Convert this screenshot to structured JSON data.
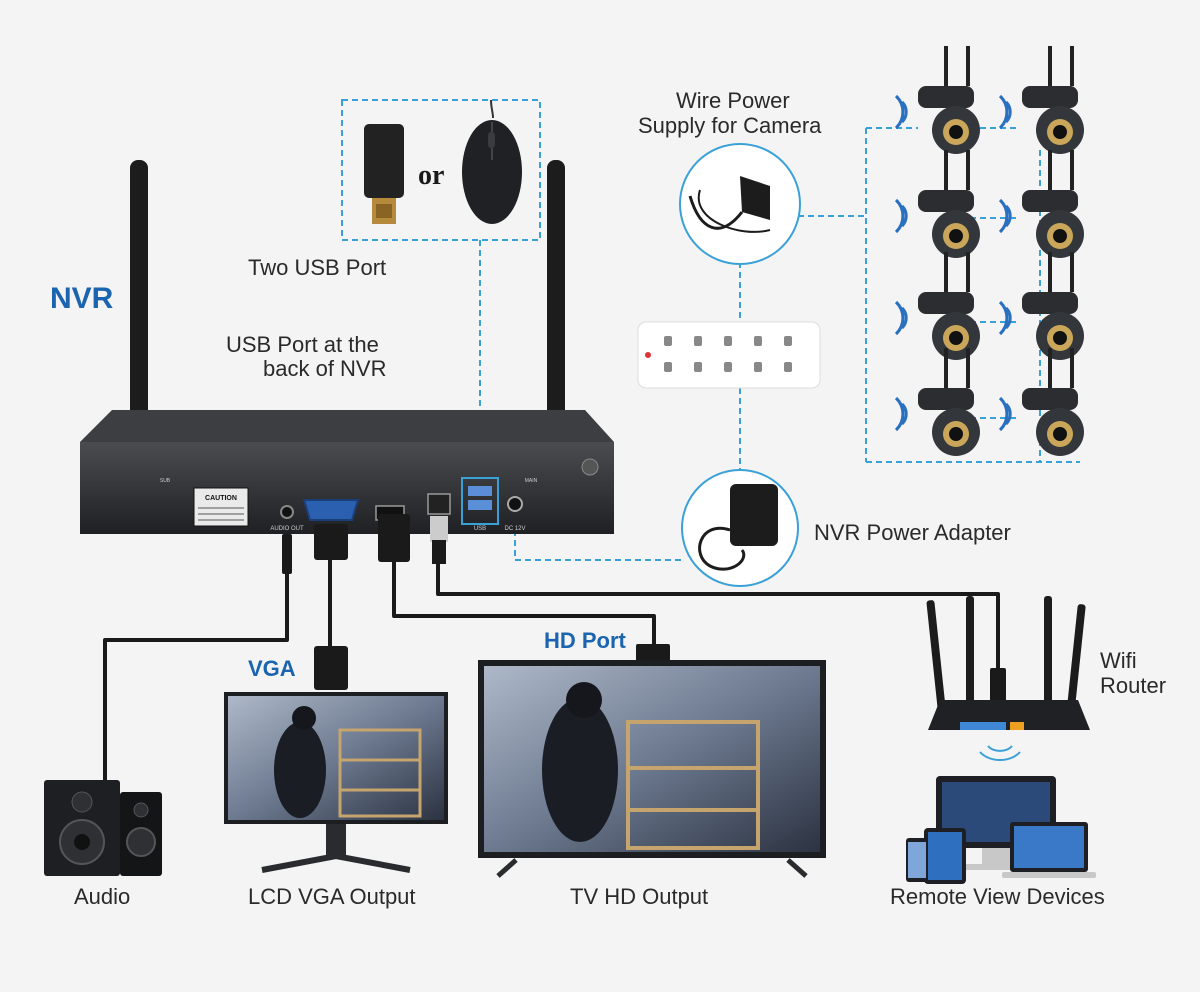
{
  "labels": {
    "nvr": "NVR",
    "two_usb_port": "Two USB Port",
    "usb_back_line1": "USB Port at the",
    "usb_back_line2": "back of NVR",
    "or": "or",
    "wire_power_line1": "Wire Power",
    "wire_power_line2": "Supply for Camera",
    "nvr_power_adapter": "NVR Power Adapter",
    "vga": "VGA",
    "hd_port": "HD Port",
    "wifi_line1": "Wifi",
    "wifi_line2": "Router",
    "audio": "Audio",
    "lcd_vga_output": "LCD VGA Output",
    "tv_hd_output": "TV HD Output",
    "remote_view_devices": "Remote View Devices"
  },
  "nvr_panel": {
    "caution": "CAUTION",
    "audio_out": "AUDIO OUT",
    "usb": "USB",
    "dc12v": "DC 12V",
    "main": "MAIN",
    "sub": "SUB"
  },
  "colors": {
    "accent_blue": "#1a64b0",
    "dashed_line": "#3aa0d8",
    "device_dark": "#2b2d30",
    "background": "#f4f4f4"
  },
  "camera_count": 8
}
